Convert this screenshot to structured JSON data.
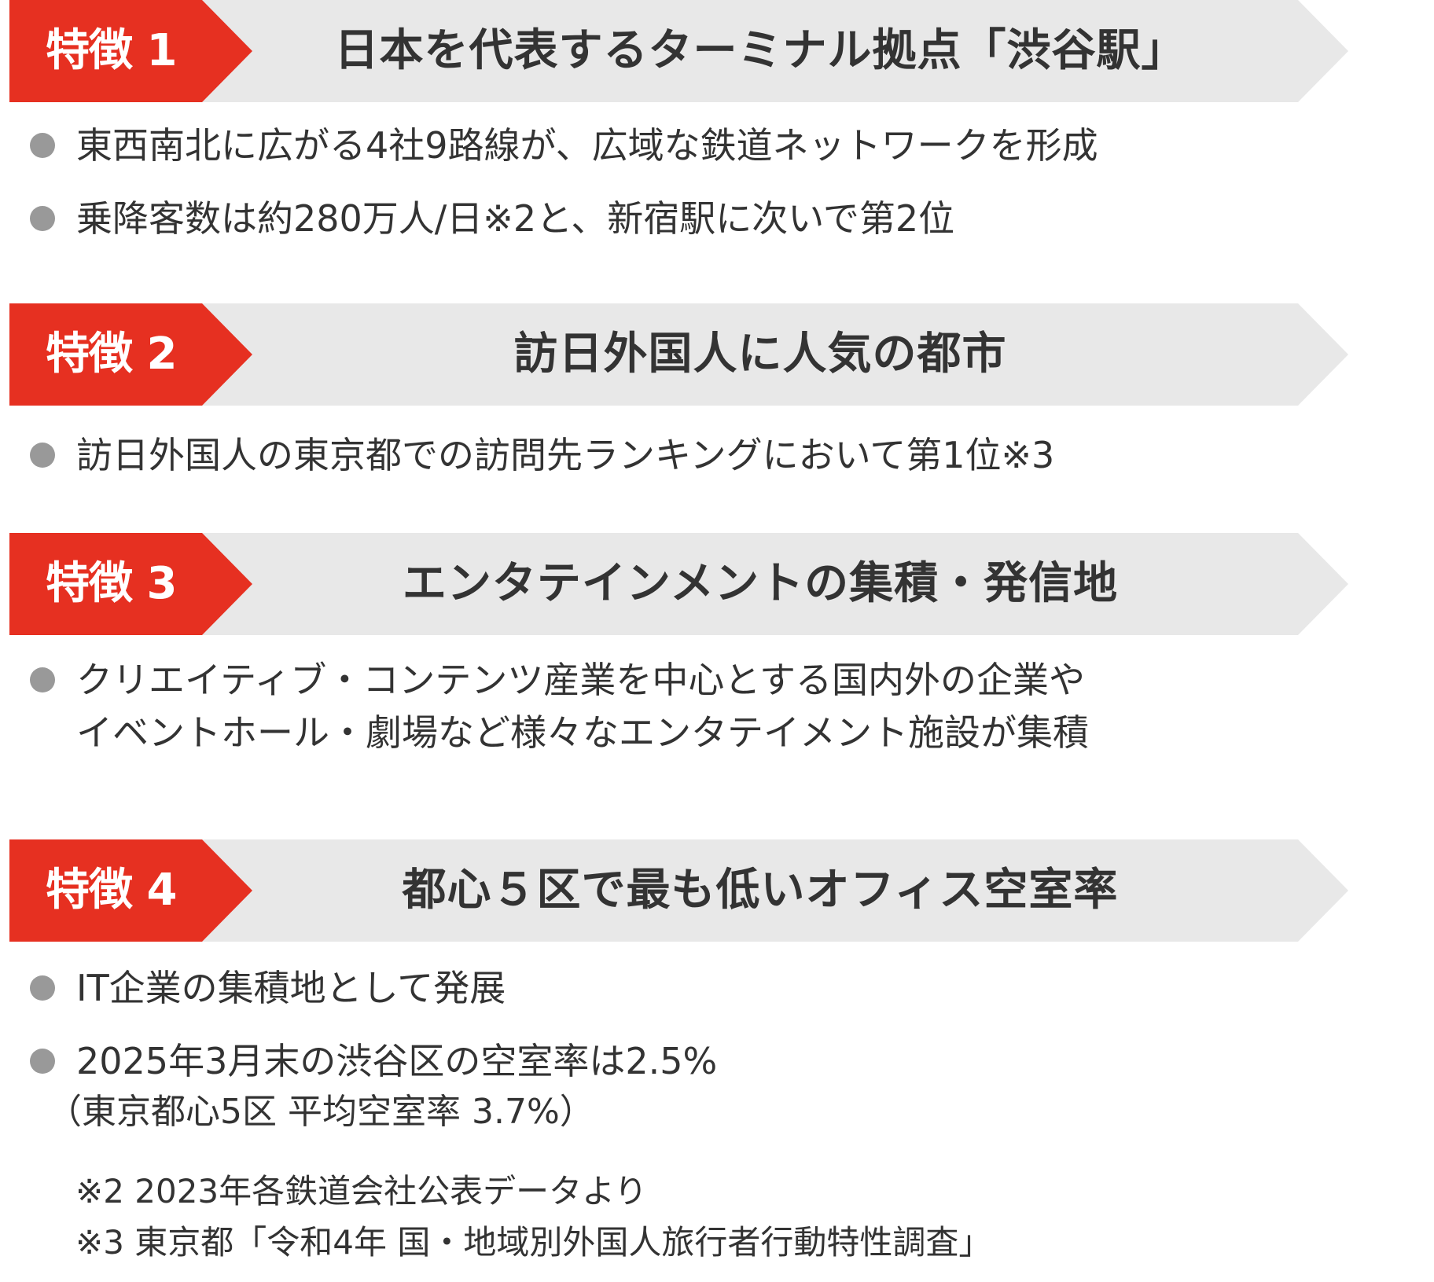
{
  "features": [
    {
      "label": "特徴 1",
      "title": "日本を代表するターミナル拠点「渋谷駅」",
      "bullets": [
        "東西南北に広がる4社9路線が、広域な鉄道ネットワークを形成",
        "乗降客数は約280万人/日※2と、新宿駅に次いで第2位"
      ]
    },
    {
      "label": "特徴 2",
      "title": "訪日外国人に人気の都市",
      "bullets": [
        "訪日外国人の東京都での訪問先ランキングにおいて第1位※3"
      ]
    },
    {
      "label": "特徴 3",
      "title": "エンタテインメントの集積・発信地",
      "bullets": [
        "クリエイティブ・コンテンツ産業を中心とする国内外の企業や"
      ],
      "continuation": "イベントホール・劇場など様々なエンタテイメント施設が集積"
    },
    {
      "label": "特徴 4",
      "title": "都心５区で最も低いオフィス空室率",
      "bullets": [
        "IT企業の集積地として発展",
        "2025年3月末の渋谷区の空室率は2.5%"
      ],
      "subnote": "（東京都心5区 平均空室率 3.7%）"
    }
  ],
  "footnotes": [
    "※2 2023年各鉄道会社公表データより",
    "※3 東京都「令和4年 国・地域別外国人旅行者行動特性調査」"
  ],
  "colors": {
    "accent": "#e63021",
    "banner_bg": "#e8e8e8",
    "bullet": "#999999",
    "text": "#333333"
  }
}
